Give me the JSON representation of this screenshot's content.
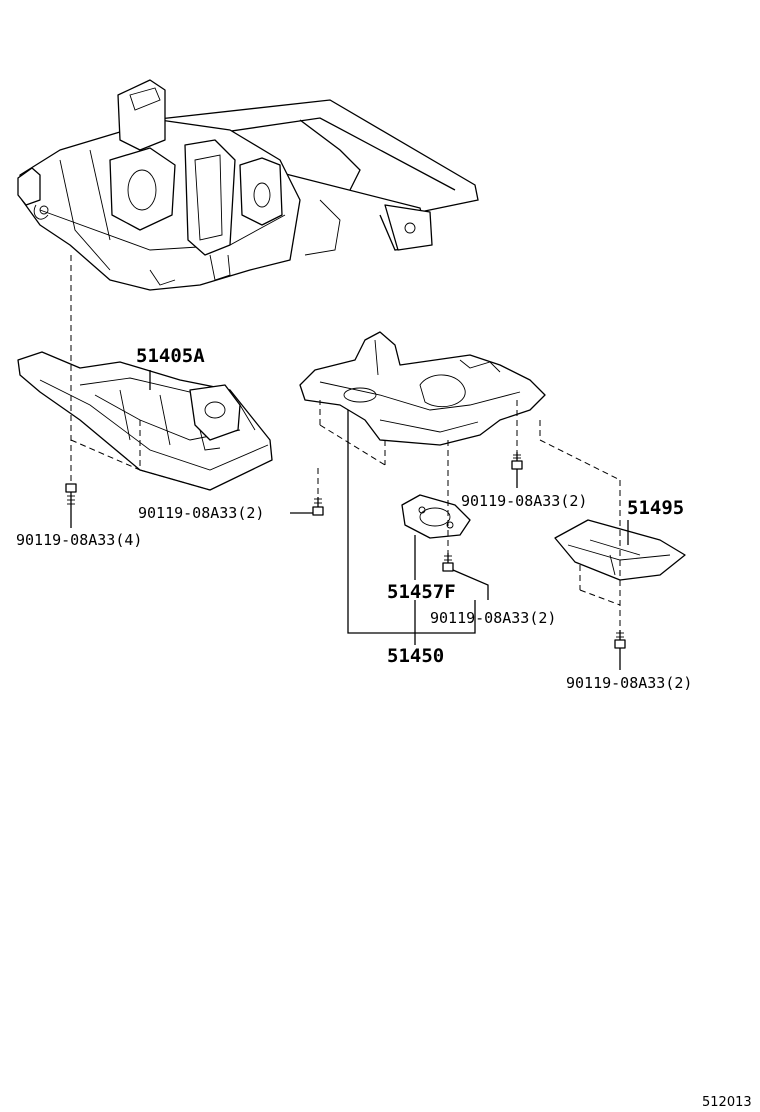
{
  "labels": {
    "p51405A": "51405A",
    "p51450": "51450",
    "p51457F": "51457F",
    "p51495": "51495",
    "bolt_left": "90119-08A33(4)",
    "bolt_mid": "90119-08A33(2)",
    "bolt_center_right": "90119-08A33(2)",
    "bolt_lower": "90119-08A33(2)",
    "bolt_right": "90119-08A33(2)"
  },
  "reference_code": "512013"
}
